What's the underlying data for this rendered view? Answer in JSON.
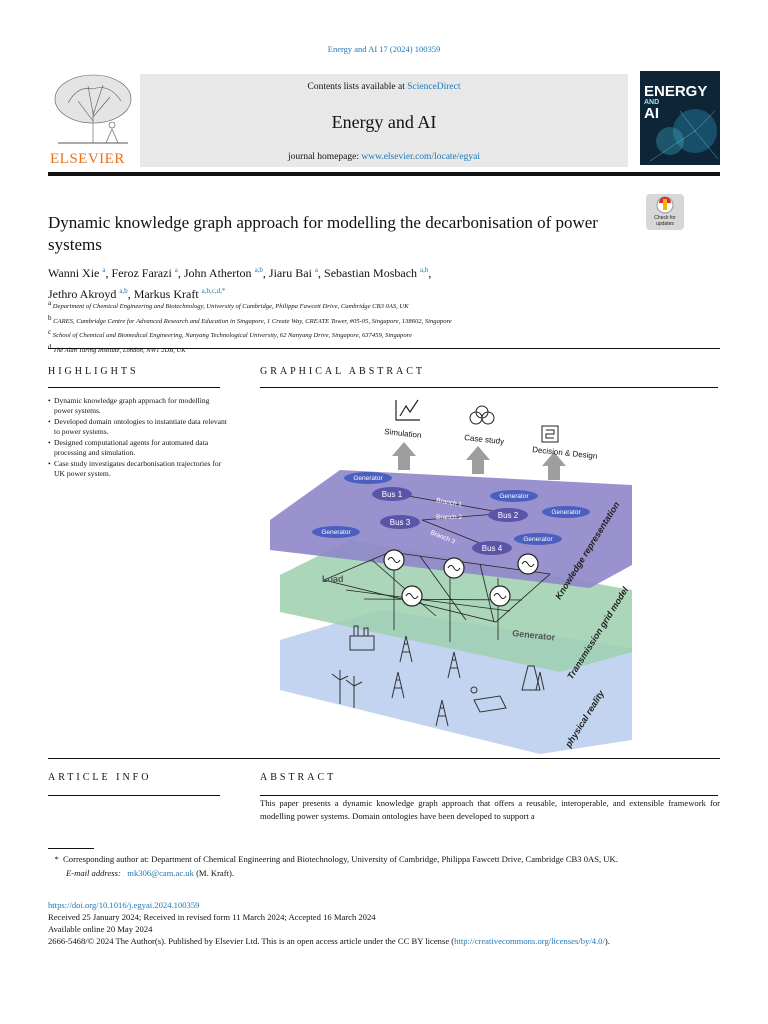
{
  "journal_ref": "Energy and AI 17 (2024) 100359",
  "masthead": {
    "publisher": "ELSEVIER",
    "contents_prefix": "Contents lists available at",
    "contents_link": "ScienceDirect",
    "journal_name": "Energy and AI",
    "homepage_prefix": "journal homepage:",
    "homepage_url": "www.elsevier.com/locate/egyai",
    "cover_title": [
      "ENERGY",
      "AND",
      "AI"
    ]
  },
  "crossmark": {
    "label_line1": "Check for",
    "label_line2": "updates"
  },
  "article": {
    "title": "Dynamic knowledge graph approach for modelling the decarbonisation of power systems",
    "authors": [
      {
        "name": "Wanni Xie",
        "aff": "a"
      },
      {
        "name": "Feroz Farazi",
        "aff": "a"
      },
      {
        "name": "John Atherton",
        "aff": "a,b"
      },
      {
        "name": "Jiaru Bai",
        "aff": "a"
      },
      {
        "name": "Sebastian Mosbach",
        "aff": "a,b"
      },
      {
        "name": "Jethro Akroyd",
        "aff": "a,b"
      },
      {
        "name": "Markus Kraft",
        "aff": "a,b,c,d,*"
      }
    ],
    "affiliations": [
      {
        "key": "a",
        "text": "Department of Chemical Engineering and Biotechnology, University of Cambridge, Philippa Fawcett Drive, Cambridge CB3 0AS, UK"
      },
      {
        "key": "b",
        "text": "CARES, Cambridge Centre for Advanced Research and Education in Singapore, 1 Create Way, CREATE Tower, #05-05, Singapore, 138602, Singapore"
      },
      {
        "key": "c",
        "text": "School of Chemical and Biomedical Engineering, Nanyang Technological University, 62 Nanyang Drive, Singapore, 637459, Singapore"
      },
      {
        "key": "d",
        "text": "The Alan Turing Institute, London, NW1 2DB, UK"
      }
    ]
  },
  "highlights": {
    "heading": "HIGHLIGHTS",
    "items": [
      "Dynamic knowledge graph approach for modelling power systems.",
      "Developed domain ontologies to instantiate data relevant to power systems.",
      "Designed computational agents for automated data processing and simulation.",
      "Case study investigates decarbonisation trajectories for UK power system."
    ]
  },
  "graphical_abstract": {
    "heading": "GRAPHICAL ABSTRACT",
    "outputs": [
      "Simulation",
      "Case study",
      "Decision & Design"
    ],
    "buses": [
      "Bus 1",
      "Bus 2",
      "Bus 3",
      "Bus 4"
    ],
    "branches": [
      "Branch 1",
      "Branch 2",
      "Branch 3"
    ],
    "generator_label": "Generator",
    "load_label": "Load",
    "layers": [
      "Knowledge representation",
      "Transmission grid model",
      "physical reality"
    ],
    "colors": {
      "kg": "#8f86c9",
      "grid": "#9ccfae",
      "physical": "#b7ccec",
      "bus": "#5a55a8"
    }
  },
  "article_info": {
    "heading": "ARTICLE INFO"
  },
  "abstract": {
    "heading": "ABSTRACT",
    "text": "This paper presents a dynamic knowledge graph approach that offers a reusable, interoperable, and extensible framework for modelling power systems. Domain ontologies have been developed to support a"
  },
  "footnote": {
    "marker": "*",
    "text": "Corresponding author at: Department of Chemical Engineering and Biotechnology, University of Cambridge, Philippa Fawcett Drive, Cambridge CB3 0AS, UK.",
    "email_label": "E-mail address:",
    "email": "mk306@cam.ac.uk",
    "email_suffix": "(M. Kraft)."
  },
  "dates": {
    "doi": "https://doi.org/10.1016/j.egyai.2024.100359",
    "received": "Received 25 January 2024; Received in revised form 11 March 2024; Accepted 16 March 2024",
    "available": "Available online 20 May 2024",
    "license_prefix": "2666-5468/© 2024 The Author(s). Published by Elsevier Ltd. This is an open access article under the CC BY license (",
    "license_url": "http://creativecommons.org/licenses/by/4.0/",
    "license_suffix": ")."
  }
}
